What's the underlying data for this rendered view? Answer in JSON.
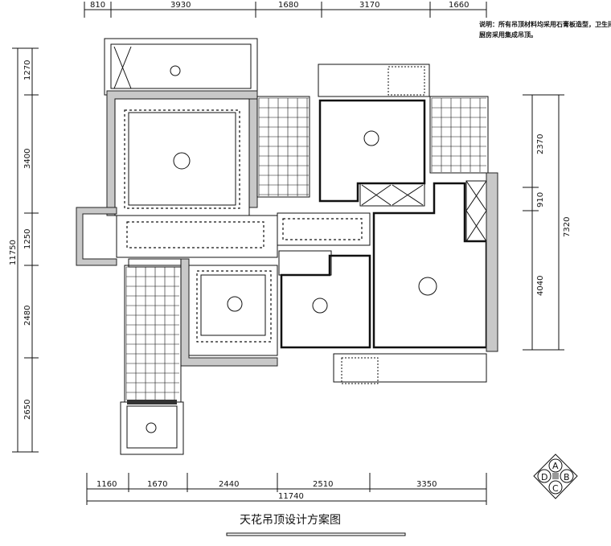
{
  "note": {
    "line1": "说明：所有吊顶材料均采用石膏板造型，卫生间、",
    "line2": "厨房采用集成吊顶。"
  },
  "title": "天花吊顶设计方案图",
  "dimensions": {
    "top": [
      "810",
      "3930",
      "1680",
      "3170",
      "1660"
    ],
    "left": [
      "1270",
      "3400",
      "1250",
      "2480",
      "2650"
    ],
    "left_total": "11750",
    "right": [
      "2370",
      "910",
      "4040"
    ],
    "right_total": "7320",
    "bottom": [
      "1160",
      "1670",
      "2440",
      "2510",
      "3350"
    ],
    "bottom_total": "11740"
  },
  "compass": {
    "a": "A",
    "b": "B",
    "c": "C",
    "d": "D"
  }
}
